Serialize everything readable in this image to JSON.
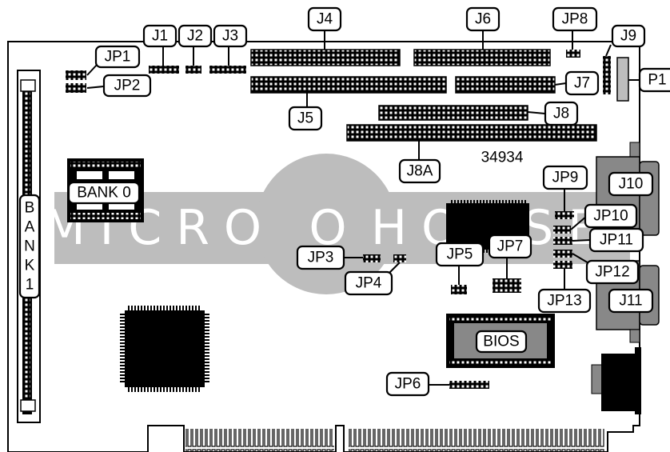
{
  "watermark": {
    "text_left": "MICRO",
    "text_right": "HOUSE",
    "o_letter": "O",
    "h_letter": "H"
  },
  "board": {
    "number": "34934",
    "bios_label": "BIOS",
    "bank0_label": "BANK 0",
    "bank1_letters": [
      "B",
      "A",
      "N",
      "K",
      "1"
    ]
  },
  "labels": {
    "j1": "J1",
    "j2": "J2",
    "j3": "J3",
    "j4": "J4",
    "j5": "J5",
    "j6": "J6",
    "j7": "J7",
    "j8": "J8",
    "j8a": "J8A",
    "j9": "J9",
    "j10": "J10",
    "j11": "J11",
    "p1": "P1",
    "jp1": "JP1",
    "jp2": "JP2",
    "jp3": "JP3",
    "jp4": "JP4",
    "jp5": "JP5",
    "jp6": "JP6",
    "jp7": "JP7",
    "jp8": "JP8",
    "jp9": "JP9",
    "jp10": "JP10",
    "jp11": "JP11",
    "jp12": "JP12",
    "jp13": "JP13"
  }
}
